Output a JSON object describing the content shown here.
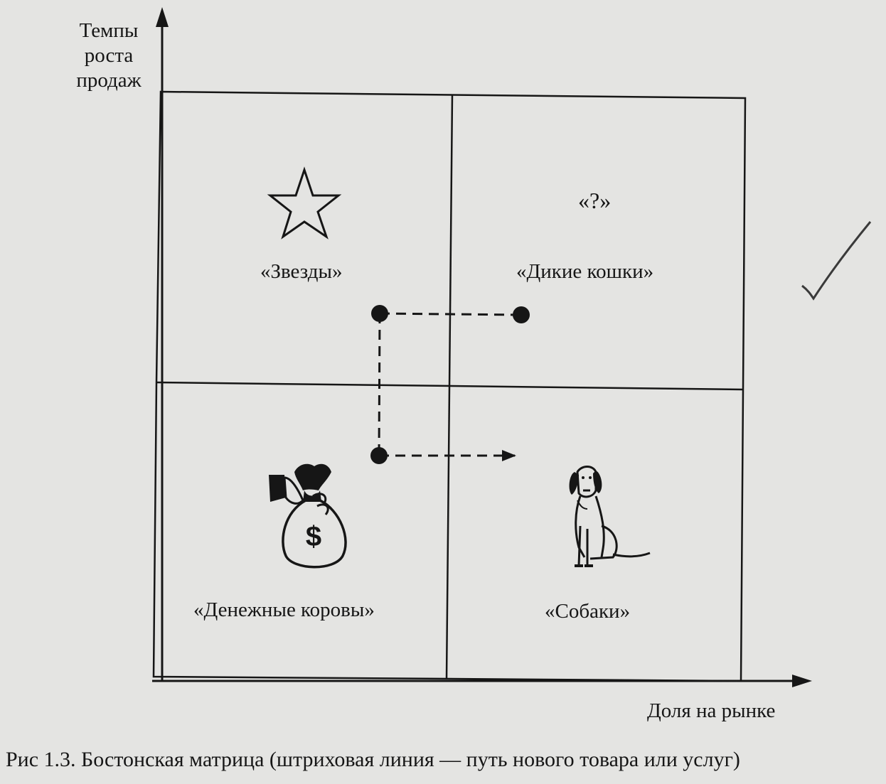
{
  "axes": {
    "y_label_lines": [
      "Темпы",
      "роста",
      "продаж"
    ],
    "x_label": "Доля на рынке"
  },
  "quadrants": {
    "top_left": {
      "label": "«Звезды»",
      "icon": "star-icon"
    },
    "top_right": {
      "label": "«Дикие кошки»",
      "symbol": "«?»"
    },
    "bottom_left": {
      "label": "«Денежные коровы»",
      "icon": "money-bag-icon"
    },
    "bottom_right": {
      "label": "«Собаки»",
      "icon": "dog-icon"
    }
  },
  "path": {
    "description_markers": 3,
    "style": "dashed"
  },
  "caption": "Рис 1.3. Бостонская матрица (штриховая линия — путь нового товара или услуг)",
  "colors": {
    "ink": "#161616",
    "paper": "#e4e4e2"
  }
}
